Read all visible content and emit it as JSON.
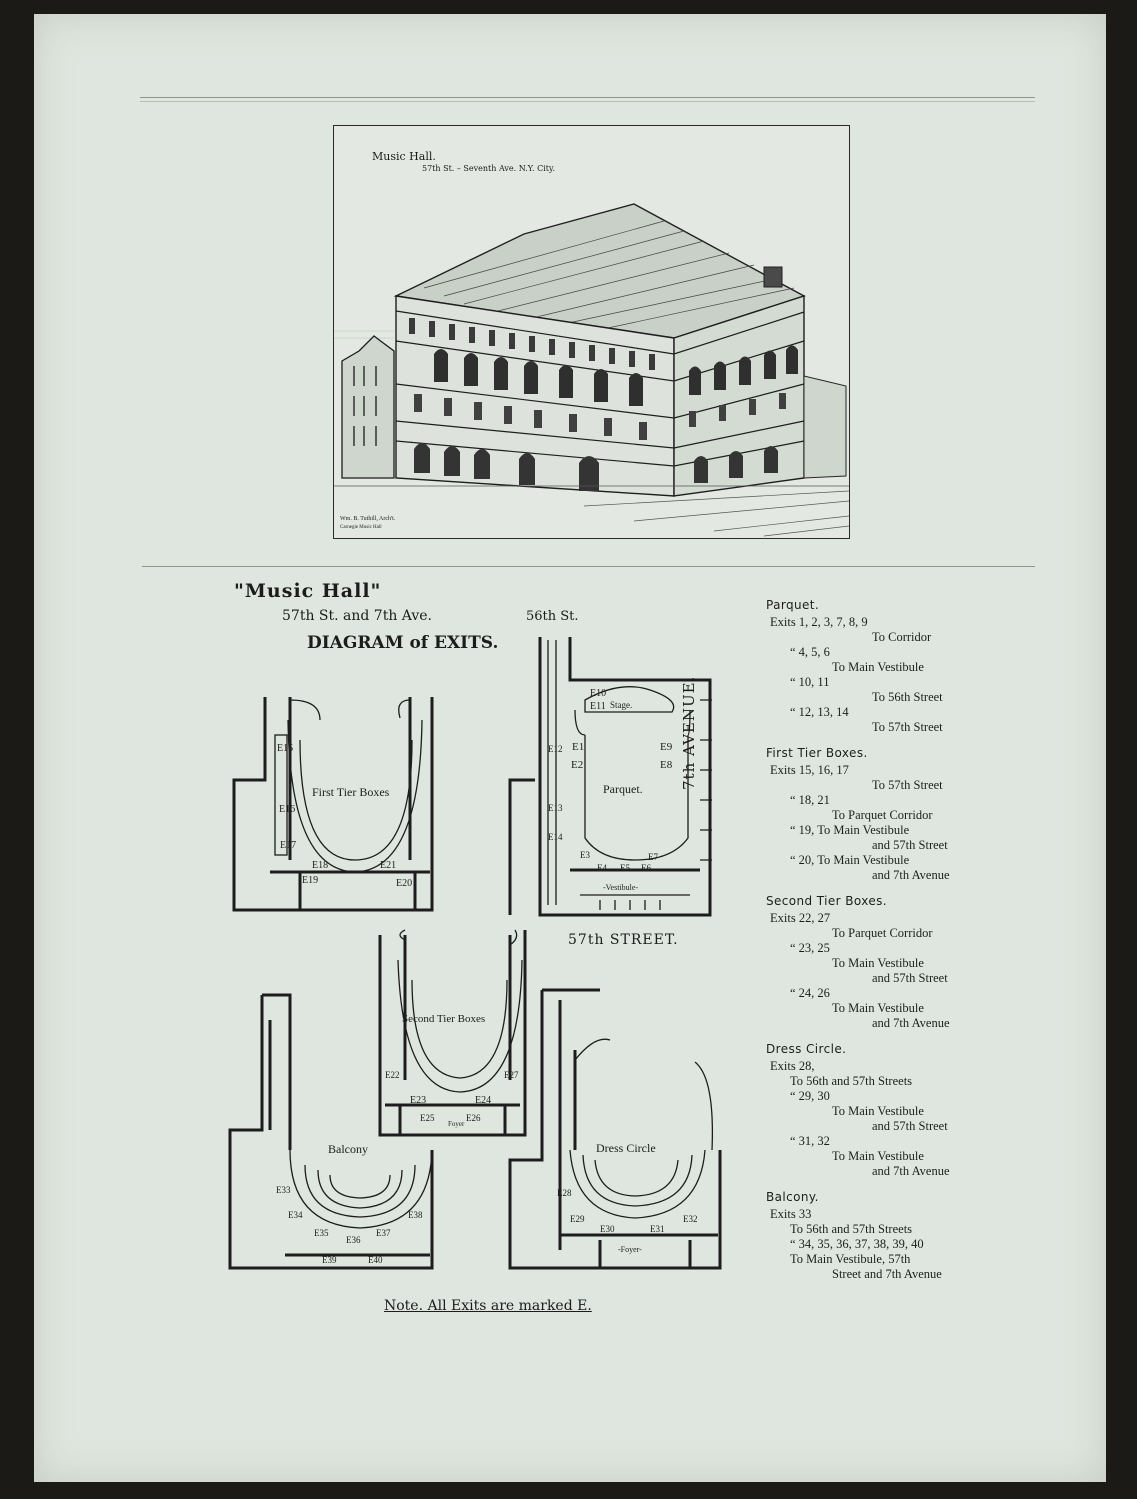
{
  "engraving": {
    "caption_line1": "Music Hall.",
    "caption_line2": "57th St. – Seventh Ave. N.Y. City.",
    "credit_line1": "Wm. B. Tuthill, Arch't.",
    "credit_line2": "Carnegie Music Hall"
  },
  "diagram": {
    "title": "\"Music Hall\"",
    "address": "57th St. and 7th Ave.",
    "subtitle": "DIAGRAM of EXITS.",
    "street_north": "56th St.",
    "street_south": "57th STREET.",
    "avenue": "7th AVENUE.",
    "note": "Note. All Exits are marked E.",
    "plans": {
      "first_tier": {
        "label": "First Tier Boxes",
        "exits": [
          "E15",
          "E16",
          "E17",
          "E18",
          "E19",
          "E20",
          "E21"
        ]
      },
      "parquet": {
        "label": "Parquet.",
        "stage": "Stage.",
        "vestibule": "-Vestibule-",
        "exits": [
          "E10",
          "E11",
          "E1",
          "E2",
          "E9",
          "E8",
          "E12",
          "E13",
          "E14",
          "E3",
          "E4",
          "E5",
          "E6",
          "E7"
        ]
      },
      "second_tier": {
        "label": "Second Tier Boxes",
        "foyer": "Foyer",
        "exits": [
          "E22",
          "E23",
          "E24",
          "E25",
          "E26",
          "E27"
        ]
      },
      "balcony": {
        "label": "Balcony",
        "exits": [
          "E33",
          "E34",
          "E35",
          "E36",
          "E37",
          "E38",
          "E39",
          "E40"
        ]
      },
      "dress_circle": {
        "label": "Dress Circle",
        "foyer": "-Foyer-",
        "exits": [
          "E28",
          "E29",
          "E30",
          "E31",
          "E32"
        ]
      }
    }
  },
  "exit_list": [
    {
      "section": "Parquet.",
      "lines": [
        {
          "text": "Exits 1, 2, 3, 7, 8, 9",
          "indent": 1
        },
        {
          "text": "To Corridor",
          "indent": 4
        },
        {
          "text": "“ 4, 5, 6",
          "indent": 2
        },
        {
          "text": "To Main Vestibule",
          "indent": 3
        },
        {
          "text": "“ 10, 11",
          "indent": 2
        },
        {
          "text": "To 56th Street",
          "indent": 4
        },
        {
          "text": "“ 12, 13, 14",
          "indent": 2
        },
        {
          "text": "To 57th Street",
          "indent": 4
        }
      ]
    },
    {
      "section": "First Tier Boxes.",
      "lines": [
        {
          "text": "Exits 15, 16, 17",
          "indent": 1
        },
        {
          "text": "To 57th Street",
          "indent": 4
        },
        {
          "text": "“ 18, 21",
          "indent": 2
        },
        {
          "text": "To Parquet Corridor",
          "indent": 3
        },
        {
          "text": "“ 19, To Main Vestibule",
          "indent": 2
        },
        {
          "text": "and 57th Street",
          "indent": 4
        },
        {
          "text": "“ 20, To Main Vestibule",
          "indent": 2
        },
        {
          "text": "and 7th Avenue",
          "indent": 4
        }
      ]
    },
    {
      "section": "Second Tier Boxes.",
      "lines": [
        {
          "text": "Exits 22, 27",
          "indent": 1
        },
        {
          "text": "To Parquet Corridor",
          "indent": 3
        },
        {
          "text": "“ 23, 25",
          "indent": 2
        },
        {
          "text": "To Main Vestibule",
          "indent": 3
        },
        {
          "text": "and 57th Street",
          "indent": 4
        },
        {
          "text": "“ 24, 26",
          "indent": 2
        },
        {
          "text": "To Main Vestibule",
          "indent": 3
        },
        {
          "text": "and 7th Avenue",
          "indent": 4
        }
      ]
    },
    {
      "section": "Dress Circle.",
      "lines": [
        {
          "text": "Exits 28,",
          "indent": 1
        },
        {
          "text": "To 56th and 57th Streets",
          "indent": 2
        },
        {
          "text": "“ 29, 30",
          "indent": 2
        },
        {
          "text": "To Main Vestibule",
          "indent": 3
        },
        {
          "text": "and 57th Street",
          "indent": 4
        },
        {
          "text": "“ 31, 32",
          "indent": 2
        },
        {
          "text": "To Main Vestibule",
          "indent": 3
        },
        {
          "text": "and 7th Avenue",
          "indent": 4
        }
      ]
    },
    {
      "section": "Balcony.",
      "lines": [
        {
          "text": "Exits 33",
          "indent": 1
        },
        {
          "text": "To 56th and 57th Streets",
          "indent": 2
        },
        {
          "text": "“ 34, 35, 36, 37, 38, 39, 40",
          "indent": 2
        },
        {
          "text": "To Main Vestibule, 57th",
          "indent": 2
        },
        {
          "text": "Street and 7th Avenue",
          "indent": 3
        }
      ]
    }
  ]
}
